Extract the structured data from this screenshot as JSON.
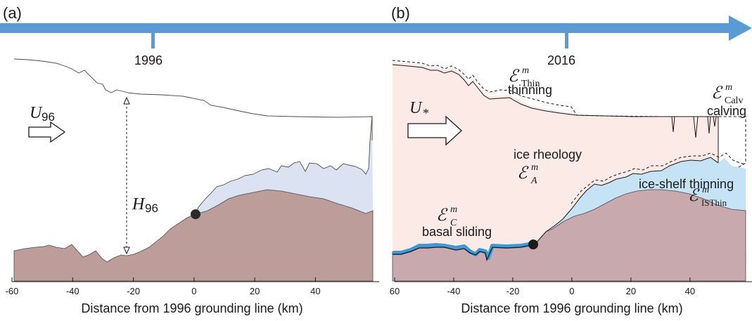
{
  "timeline": {
    "color": "#5b9bd5",
    "year_1996": "1996",
    "year_2016": "2016"
  },
  "panel_a": {
    "label": "(a)",
    "velocity_symbol": "U",
    "velocity_sub": "96",
    "thickness_symbol": "H",
    "thickness_sub": "96",
    "x_tick_labels": [
      "-60",
      "-40",
      "-20",
      "0",
      "20",
      "40"
    ],
    "x_axis_label": "Distance from 1996 grounding line (km)",
    "bed_color": "#bc9d9a",
    "shelf_cavity_color": "#dbe3f3"
  },
  "panel_b": {
    "label": "(b)",
    "velocity_symbol": "U",
    "velocity_sub": "*",
    "x_tick_labels": [
      "60",
      "-40",
      "-20",
      "0",
      "20",
      "40"
    ],
    "x_axis_label": "Distance from 1996 grounding line (km)",
    "ice_color": "#fbeae6",
    "bed_color": "#c8a9ae",
    "cavity_color": "#c6e3f5",
    "sliding_color": "#3d9ad6",
    "annotations": {
      "thinning_symbol": "ℰ",
      "thinning_sup": "m",
      "thinning_sub": "Thin",
      "thinning_text": "thinning",
      "calving_symbol": "ℰ",
      "calving_sup": "m",
      "calving_sub": "Calv",
      "calving_text": "calving",
      "rheology_text": "ice rheology",
      "rheology_symbol": "ℰ",
      "rheology_sup": "m",
      "rheology_sub": "A",
      "shelf_thinning_text": "ice-shelf thinning",
      "shelf_thinning_symbol": "ℰ",
      "shelf_thinning_sup": "m",
      "shelf_thinning_sub": "ISThin",
      "sliding_symbol": "ℰ",
      "sliding_sup": "m",
      "sliding_sub": "C",
      "sliding_text": "basal sliding"
    }
  }
}
